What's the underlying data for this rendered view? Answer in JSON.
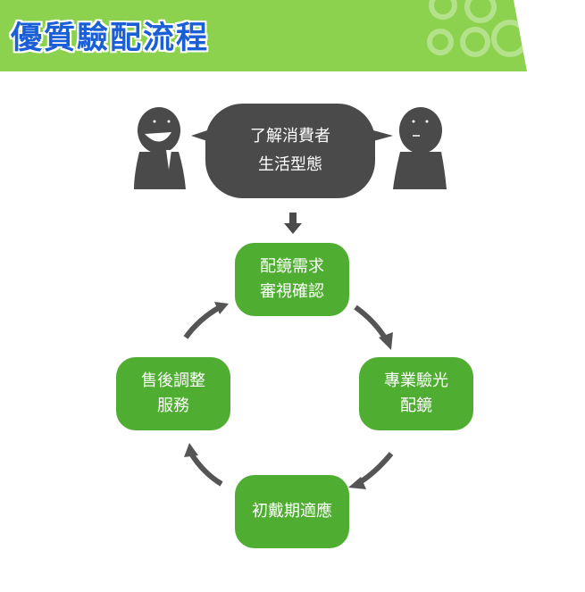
{
  "header": {
    "title": "優質驗配流程"
  },
  "bubble": {
    "line1": "了解消費者",
    "line2": "生活型態"
  },
  "steps": [
    {
      "line1": "配鏡需求",
      "line2": "審視確認"
    },
    {
      "line1": "專業驗光",
      "line2": "配鏡"
    },
    {
      "line1": "初戴期適應",
      "line2": ""
    },
    {
      "line1": "售後調整",
      "line2": "服務"
    }
  ],
  "colors": {
    "banner": "#8cd24e",
    "title": "#1a5fd6",
    "step": "#4fae31",
    "dark": "#4a4a4a"
  }
}
